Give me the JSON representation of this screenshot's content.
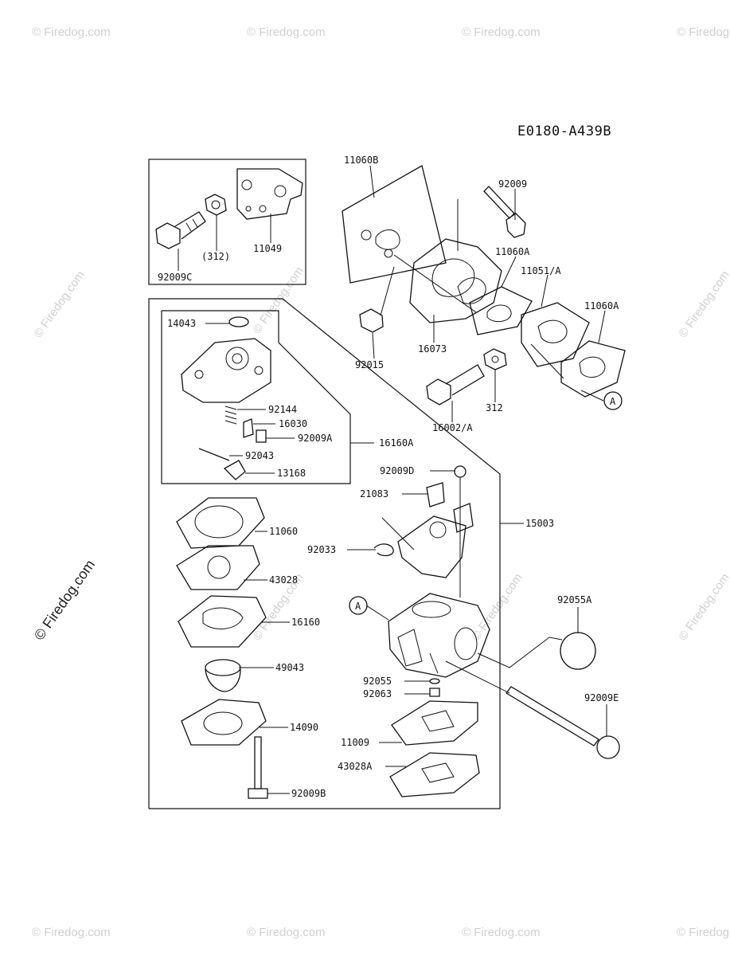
{
  "diagram_code": "E0180-A439B",
  "watermark": "© Firedog.com",
  "part_labels": [
    {
      "id": "11060B",
      "text": "11060B"
    },
    {
      "id": "92009",
      "text": "92009"
    },
    {
      "id": "11049",
      "text": "11049"
    },
    {
      "id": "312p",
      "text": "(312)"
    },
    {
      "id": "92009C",
      "text": "92009C"
    },
    {
      "id": "11060A_1",
      "text": "11060A"
    },
    {
      "id": "11051A",
      "text": "11051/A"
    },
    {
      "id": "11060A_2",
      "text": "11060A"
    },
    {
      "id": "14043",
      "text": "14043"
    },
    {
      "id": "92015",
      "text": "92015"
    },
    {
      "id": "16073",
      "text": "16073"
    },
    {
      "id": "312",
      "text": "312"
    },
    {
      "id": "16002A",
      "text": "16002/A"
    },
    {
      "id": "92144",
      "text": "92144"
    },
    {
      "id": "16030",
      "text": "16030"
    },
    {
      "id": "92009A",
      "text": "92009A"
    },
    {
      "id": "16160A",
      "text": "16160A"
    },
    {
      "id": "92043",
      "text": "92043"
    },
    {
      "id": "13168",
      "text": "13168"
    },
    {
      "id": "92009D",
      "text": "92009D"
    },
    {
      "id": "21083",
      "text": "21083"
    },
    {
      "id": "15003",
      "text": "15003"
    },
    {
      "id": "11060",
      "text": "11060"
    },
    {
      "id": "92033",
      "text": "92033"
    },
    {
      "id": "43028",
      "text": "43028"
    },
    {
      "id": "92055A",
      "text": "92055A"
    },
    {
      "id": "16160",
      "text": "16160"
    },
    {
      "id": "49043",
      "text": "49043"
    },
    {
      "id": "92055",
      "text": "92055"
    },
    {
      "id": "92063",
      "text": "92063"
    },
    {
      "id": "92009E",
      "text": "92009E"
    },
    {
      "id": "14090",
      "text": "14090"
    },
    {
      "id": "11009",
      "text": "11009"
    },
    {
      "id": "43028A",
      "text": "43028A"
    },
    {
      "id": "92009B",
      "text": "92009B"
    }
  ],
  "ref_markers": [
    {
      "id": "A1",
      "text": "A"
    },
    {
      "id": "A2",
      "text": "A"
    }
  ]
}
